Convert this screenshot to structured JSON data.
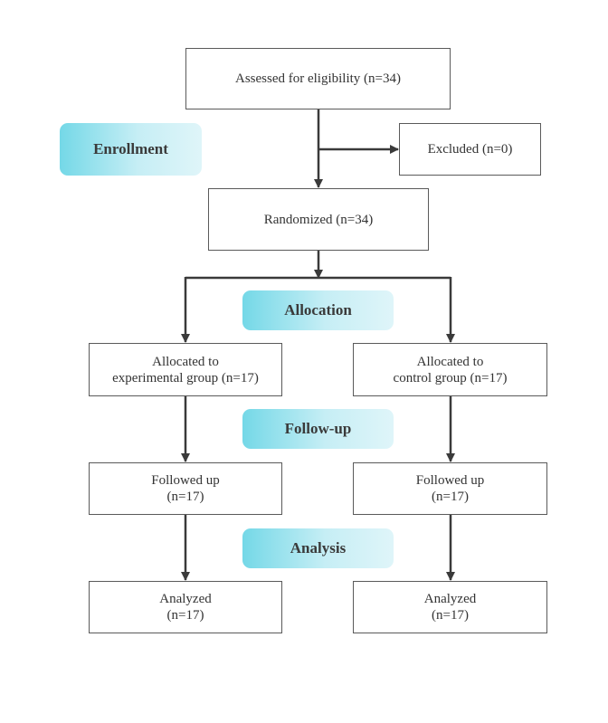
{
  "stages": {
    "enrollment": "Enrollment",
    "allocation": "Allocation",
    "follow_up": "Follow-up",
    "analysis": "Analysis"
  },
  "boxes": {
    "assessed": "Assessed for eligibility (n=34)",
    "excluded": "Excluded (n=0)",
    "randomized": "Randomized (n=34)",
    "allocated_experimental": {
      "line1": "Allocated to",
      "line2": "experimental group (n=17)"
    },
    "allocated_control": {
      "line1": "Allocated to",
      "line2": "control group (n=17)"
    },
    "followed_experimental": {
      "line1": "Followed up",
      "line2": "(n=17)"
    },
    "followed_control": {
      "line1": "Followed up",
      "line2": "(n=17)"
    },
    "analyzed_experimental": {
      "line1": "Analyzed",
      "line2": "(n=17)"
    },
    "analyzed_control": {
      "line1": "Analyzed",
      "line2": "(n=17)"
    }
  },
  "colors": {
    "line": "#3a3a3a",
    "box_border": "#5a5a5a",
    "stage_fill_start": "#74d8e7",
    "stage_fill_end": "#dff5f9"
  }
}
